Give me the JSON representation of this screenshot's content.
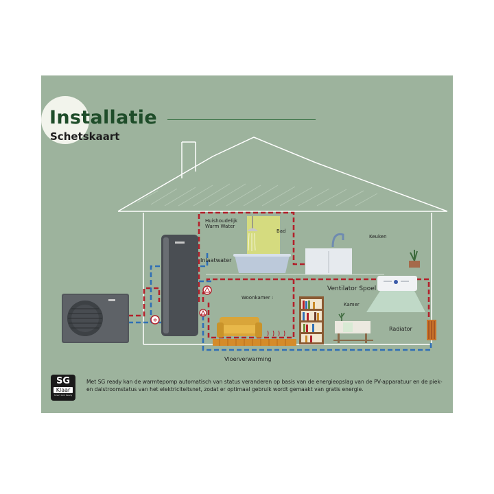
{
  "title": "Installatie",
  "subtitle": "Schetskaart",
  "labels": {
    "household_water": "Huishoudelijk\nWarm Water",
    "bath": "Bad",
    "kitchen": "Keuken",
    "inlet_water": "Inlaatwater",
    "fan_coil": "Ventilator Spoel",
    "living_room": "Woonkamer :",
    "room": "Kamer",
    "radiator": "Radiator",
    "floor_heating": "Vloerverwarming"
  },
  "badge": {
    "top": "SG",
    "middle": "Klaar",
    "bottom": "Smart Grid Ready"
  },
  "footer": "Met SG ready kan de warmtepomp automatisch van status veranderen op basis van de energieopslag van de PV-apparatuur en de piek- en dalstroomstatus van het elektriciteitsnet, zodat er optimaal gebruik wordt gemaakt van gratis energie.",
  "colors": {
    "background": "#9db39d",
    "title": "#1f4d2a",
    "hot_pipe": "#b3202a",
    "cold_pipe": "#2f6fb6",
    "house_outline": "#ffffff"
  }
}
